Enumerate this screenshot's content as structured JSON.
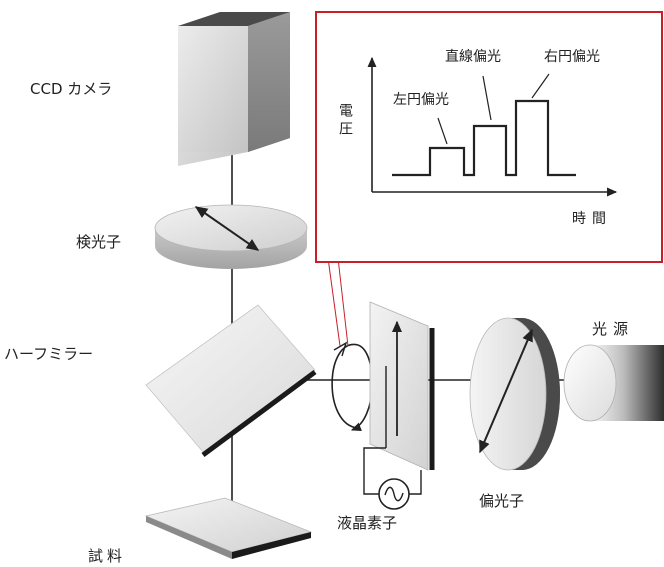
{
  "labels": {
    "ccd_camera": "CCD カメラ",
    "analyzer": "検光子",
    "half_mirror": "ハーフミラー",
    "sample": "試料",
    "light_source": "光源",
    "polarizer": "偏光子",
    "liquid_crystal": "液晶素子"
  },
  "inset": {
    "y_axis_label": "電圧",
    "x_axis_label": "時間",
    "pulse_labels": {
      "left_circular": "左円偏光",
      "linear": "直線偏光",
      "right_circular": "右円偏光"
    }
  },
  "colors": {
    "inset_border": "#c8202a",
    "ink": "#222222"
  }
}
